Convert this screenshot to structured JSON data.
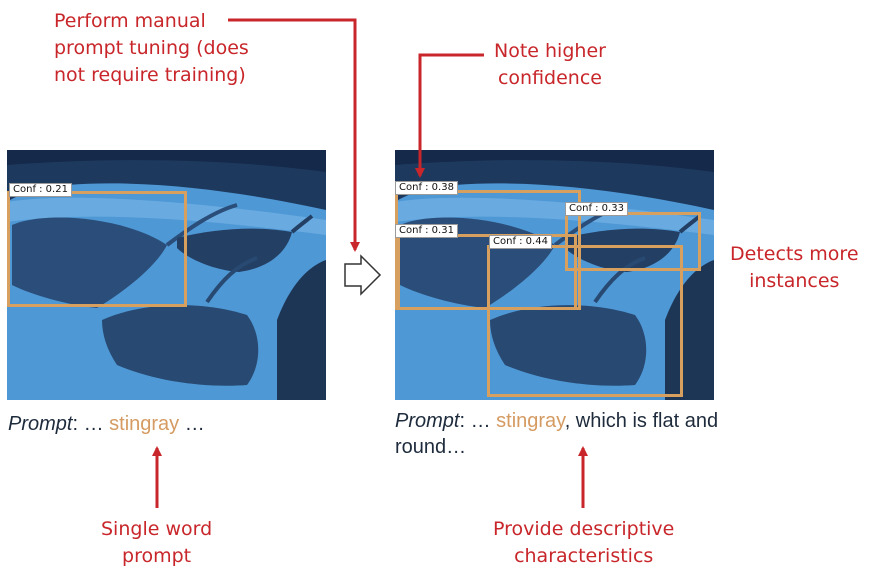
{
  "annotations": {
    "tuning": "Perform manual\nprompt tuning (does\nnot require training)",
    "confidence": "Note higher\nconfidence",
    "instances": "Detects more\ninstances",
    "single_word": "Single word\nprompt",
    "descriptive": "Provide descriptive\ncharacteristics"
  },
  "left": {
    "prompt_label": "Prompt",
    "prompt_pre": ": … ",
    "prompt_keyword": "stingray",
    "prompt_post": " …",
    "detections": [
      {
        "label": "Conf : 0.21",
        "confidence": 0.21
      }
    ]
  },
  "right": {
    "prompt_label": "Prompt",
    "prompt_pre": ": … ",
    "prompt_keyword": "stingray",
    "prompt_post": ", which is flat and round…",
    "detections": [
      {
        "label": "Conf : 0.38",
        "confidence": 0.38
      },
      {
        "label": "Conf : 0.33",
        "confidence": 0.33
      },
      {
        "label": "Conf : 0.31",
        "confidence": 0.31
      },
      {
        "label": "Conf : 0.44",
        "confidence": 0.44
      }
    ]
  },
  "colors": {
    "annotation": "#c8262a",
    "keyword": "#d59b63",
    "box": "#d8a05e",
    "water": "#4f98d6"
  }
}
